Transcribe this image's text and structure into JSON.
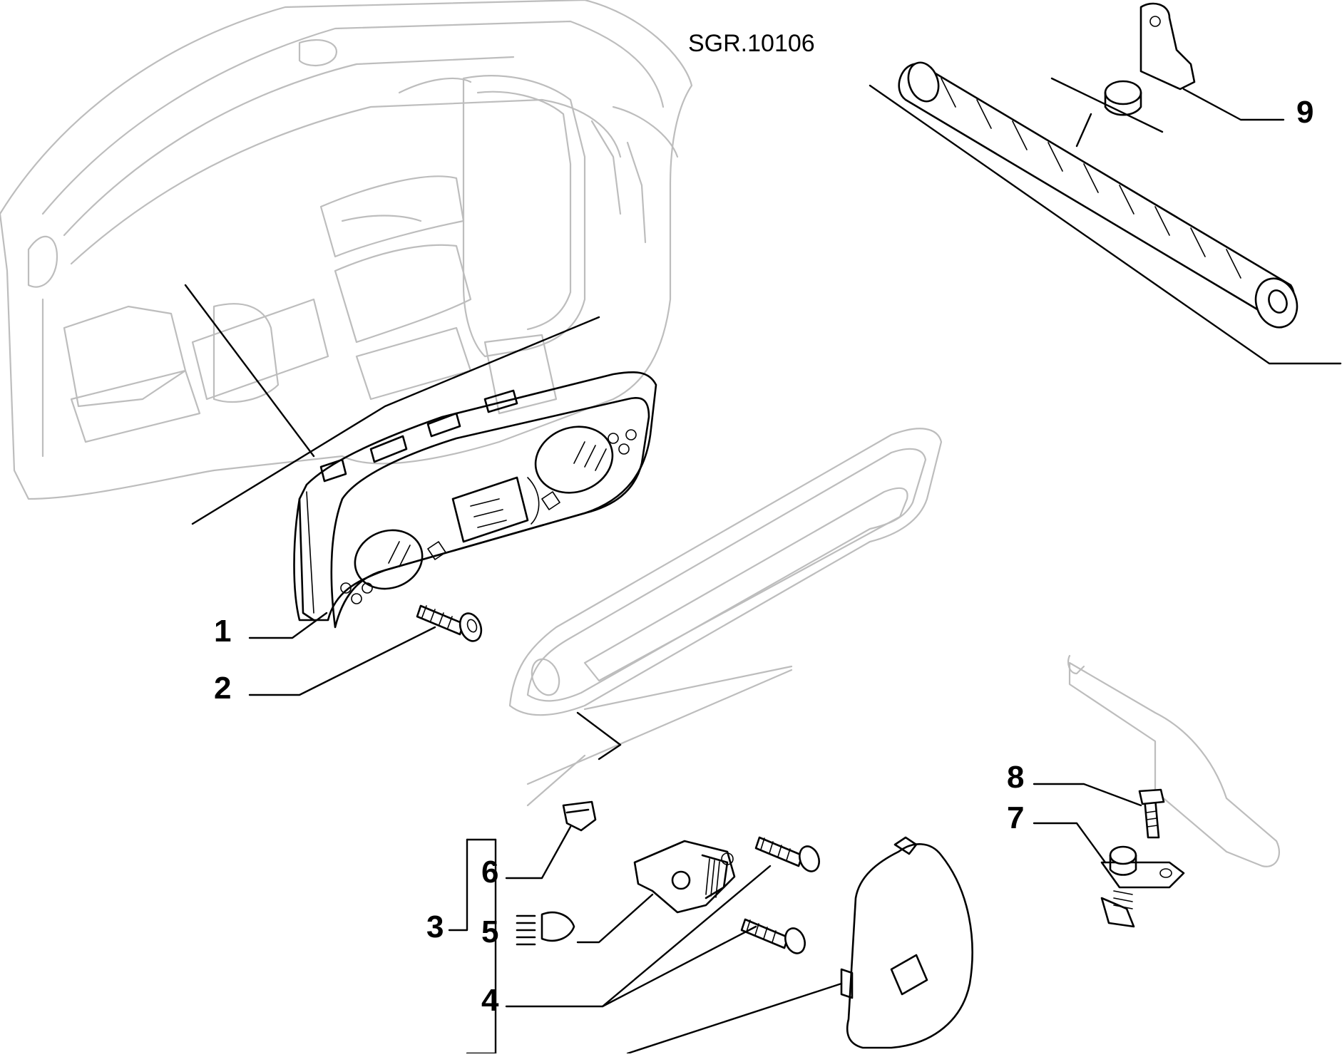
{
  "diagram": {
    "reference_label": "SGR.10106",
    "callouts": [
      {
        "id": "1",
        "label": "1"
      },
      {
        "id": "2",
        "label": "2"
      },
      {
        "id": "3",
        "label": "3"
      },
      {
        "id": "4",
        "label": "4"
      },
      {
        "id": "5",
        "label": "5"
      },
      {
        "id": "6",
        "label": "6"
      },
      {
        "id": "7",
        "label": "7"
      },
      {
        "id": "8",
        "label": "8"
      },
      {
        "id": "9",
        "label": "9"
      }
    ],
    "icons": {
      "headlight_symbol": "headlight-beam-icon"
    }
  }
}
